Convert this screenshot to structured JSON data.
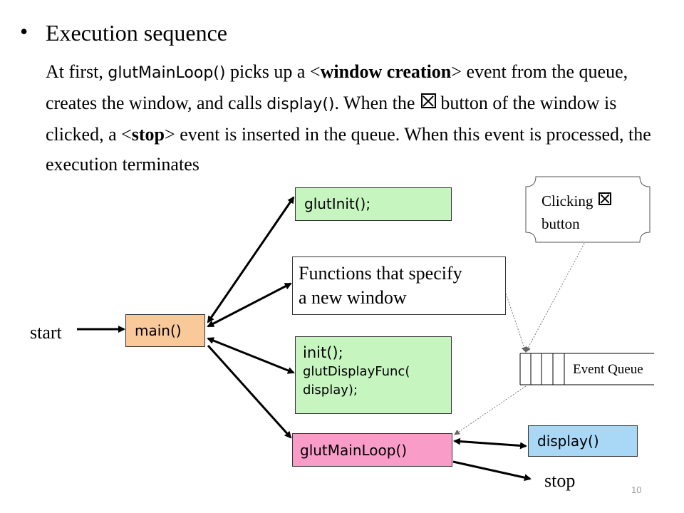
{
  "slide": {
    "bullet": "•",
    "heading": "Execution sequence",
    "page_number": "10"
  },
  "paragraph": {
    "p1": "At first, ",
    "code1": "glutMainLoop()",
    "p2": " picks up a <",
    "bold1": "window creation",
    "p3": "> event from the queue, creates the window, and calls ",
    "code2": "display()",
    "p4": ". When the ",
    "p5": " button of the window is clicked, a <",
    "bold2": "stop",
    "p6": "> event is inserted in the queue. When this event is processed, the execution terminates"
  },
  "diagram": {
    "start_label": "start",
    "stop_label": "stop",
    "main_box": "main()",
    "glutinit_box": "glutInit();",
    "window_box_line1": "Functions that specify",
    "window_box_line2": "a new window",
    "init_box_line1": "init();",
    "init_box_line2": "glutDisplayFunc(",
    "init_box_line3": "display);",
    "mainloop_box": "glutMainLoop()",
    "display_box": "display()",
    "queue_label": "Event Queue",
    "callout_line1": "Clicking",
    "callout_line2": "button",
    "colors": {
      "main": "#f9c99a",
      "green": "#c6f5c0",
      "pink": "#f99cc8",
      "blue": "#a9d8f6"
    }
  }
}
